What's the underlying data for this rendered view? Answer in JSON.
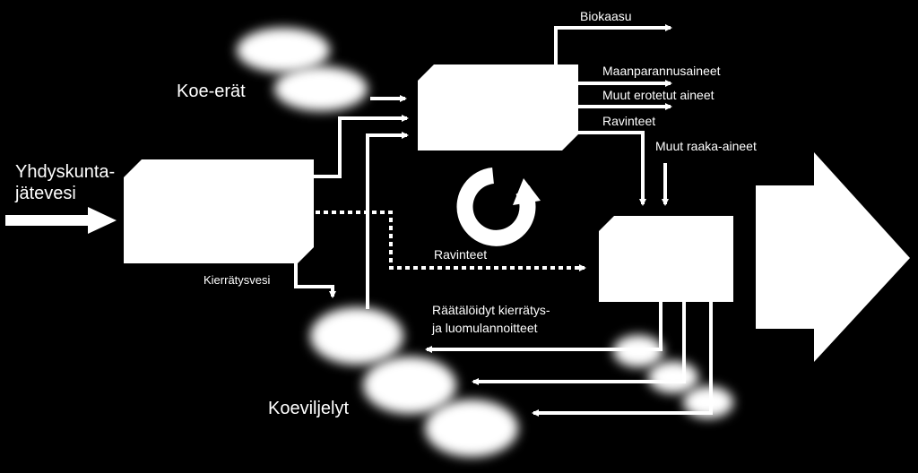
{
  "labels": {
    "koe_erat": "Koe-erät",
    "yhdyskunta_line1": "Yhdyskunta-",
    "yhdyskunta_line2": "jätevesi",
    "biokaasu": "Biokaasu",
    "maanparannusaineet": "Maanparannusaineet",
    "muut_erotetut": "Muut erotetut aineet",
    "ravinteet_top": "Ravinteet",
    "muut_raaka": "Muut raaka-aineet",
    "ravinteet_mid": "Ravinteet",
    "kierratysvesi": "Kierrätysvesi",
    "raataloidyt_line1": "Räätälöidyt kierrätys-",
    "raataloidyt_line2": "ja luomulannoitteet",
    "koeviljelyt": "Koeviljelyt"
  },
  "colors": {
    "background": "#000000",
    "foreground": "#ffffff"
  }
}
